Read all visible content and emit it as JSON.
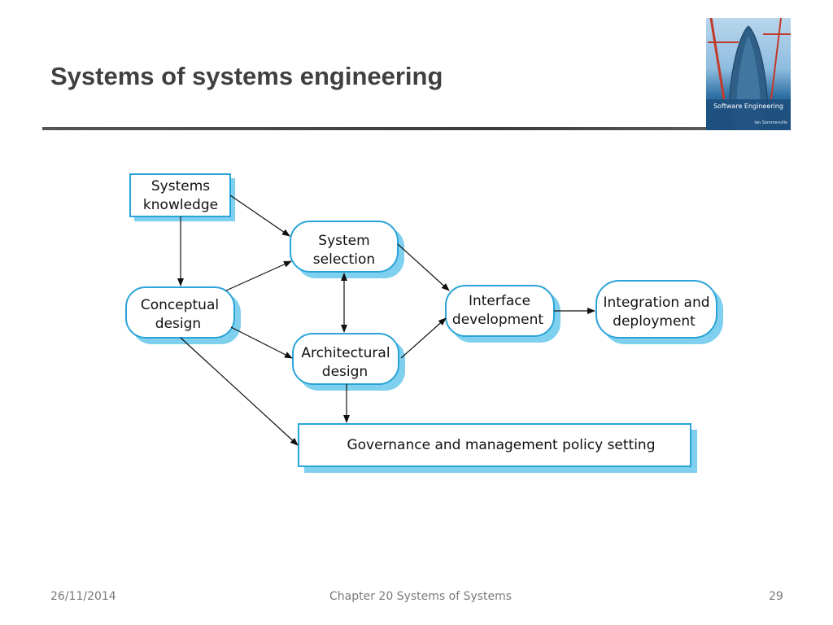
{
  "slide": {
    "title": "Systems of systems engineering"
  },
  "book_cover": {
    "title": "Software Engineering",
    "author": "Ian Sommerville"
  },
  "diagram": {
    "nodes": {
      "systems_knowledge": [
        "Systems",
        "knowledge"
      ],
      "system_selection": [
        "System",
        "selection"
      ],
      "conceptual_design": [
        "Conceptual",
        "design"
      ],
      "architectural_design": [
        "Architectural",
        "design"
      ],
      "interface_development": [
        "Interface",
        "development"
      ],
      "integration_deployment": [
        "Integration and",
        "deployment"
      ],
      "governance": [
        "Governance and management policy setting"
      ]
    }
  },
  "footer": {
    "date": "26/11/2014",
    "chapter": "Chapter 20 Systems of Systems",
    "page": "29"
  },
  "colors": {
    "node_border": "#2aa3d8",
    "node_shadow": "#7fd0ee",
    "title_text": "#404040",
    "footer_text": "#7a7a7a"
  }
}
